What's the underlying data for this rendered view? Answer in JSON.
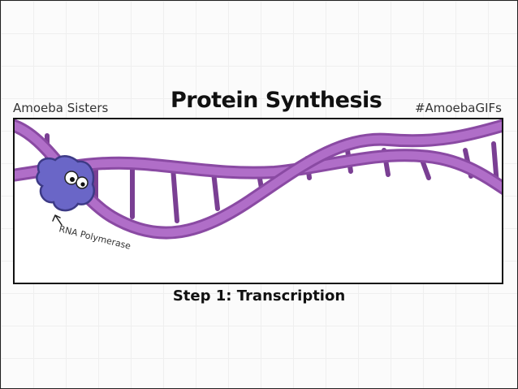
{
  "header": {
    "left_text": "Amoeba Sisters",
    "title": "Protein Synthesis",
    "right_text": "#AmoebaGIFs"
  },
  "diagram": {
    "label": "RNA Polymerase",
    "colors": {
      "dna_fill": "#b06ec8",
      "dna_outline": "#8a4aa3",
      "rung": "#7a3f93",
      "enzyme_fill": "#6a66c7",
      "enzyme_outline": "#3d3a86"
    }
  },
  "caption": "Step 1: Transcription"
}
